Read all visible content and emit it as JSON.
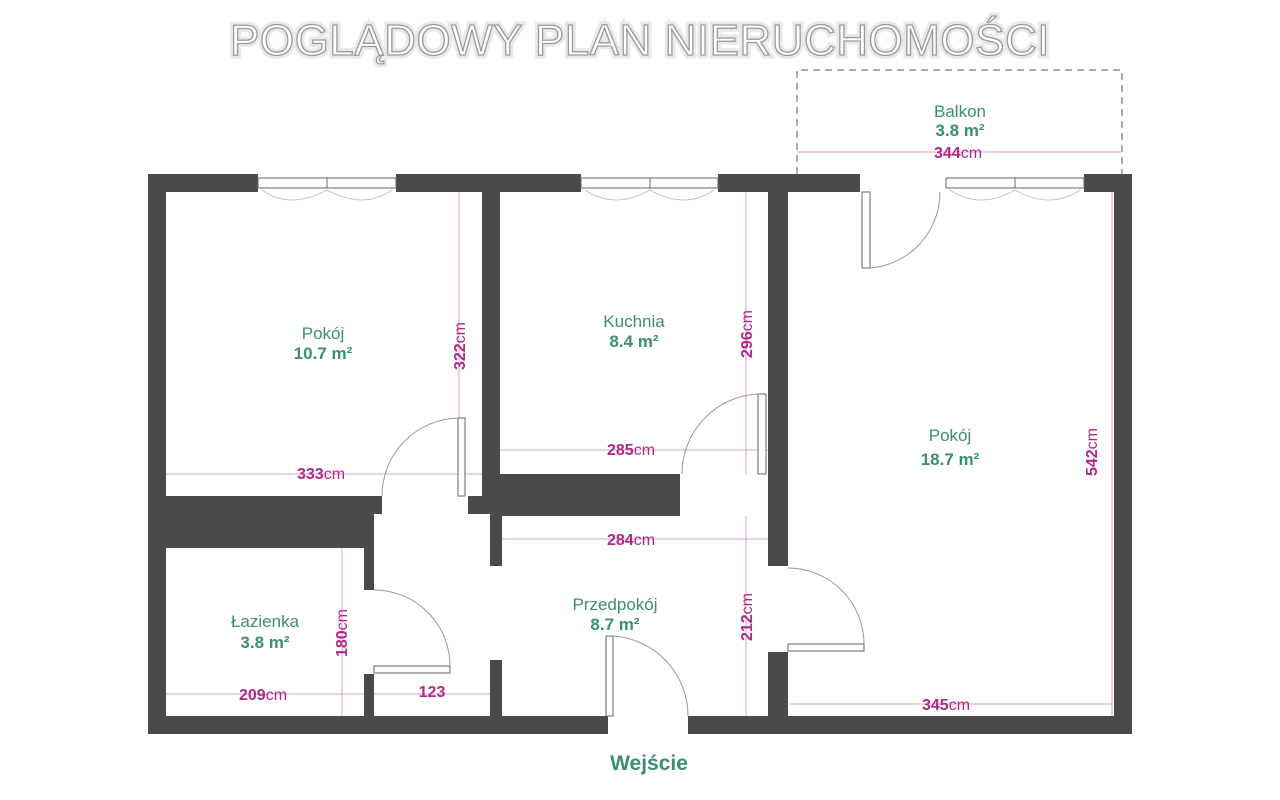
{
  "title": "POGLĄDOWY PLAN NIERUCHOMOŚCI",
  "rooms": {
    "pokoj_left": {
      "name": "Pokój",
      "area": "10.7 m²"
    },
    "kuchnia": {
      "name": "Kuchnia",
      "area": "8.4 m²"
    },
    "pokoj_right": {
      "name": "Pokój",
      "area": "18.7 m²"
    },
    "balkon": {
      "name": "Balkon",
      "area": "3.8 m²"
    },
    "lazienka": {
      "name": "Łazienka",
      "area": "3.8 m²"
    },
    "przedpokoj": {
      "name": "Przedpokój",
      "area": "8.7 m²"
    }
  },
  "dimensions": {
    "balkon_width": {
      "value": "344",
      "unit": "cm"
    },
    "pokoj_left_height": {
      "value": "322",
      "unit": "cm"
    },
    "pokoj_left_width": {
      "value": "333",
      "unit": "cm"
    },
    "kuchnia_height": {
      "value": "296",
      "unit": "cm"
    },
    "kuchnia_width": {
      "value": "285",
      "unit": "cm"
    },
    "pokoj_right_height": {
      "value": "542",
      "unit": "cm"
    },
    "pokoj_right_width": {
      "value": "345",
      "unit": "cm"
    },
    "hall_width": {
      "value": "284",
      "unit": "cm"
    },
    "hall_height": {
      "value": "212",
      "unit": "cm"
    },
    "lazienka_height": {
      "value": "180",
      "unit": "cm"
    },
    "lazienka_width": {
      "value": "209",
      "unit": "cm"
    },
    "hall_small": {
      "value": "123",
      "unit": ""
    }
  },
  "entrance_label": "Wejście",
  "colors": {
    "wall": "#4a4a4a",
    "room_text": "#3a8f6e",
    "dimension_text": "#b0268a",
    "dimension_line": "#d9a3c7"
  }
}
